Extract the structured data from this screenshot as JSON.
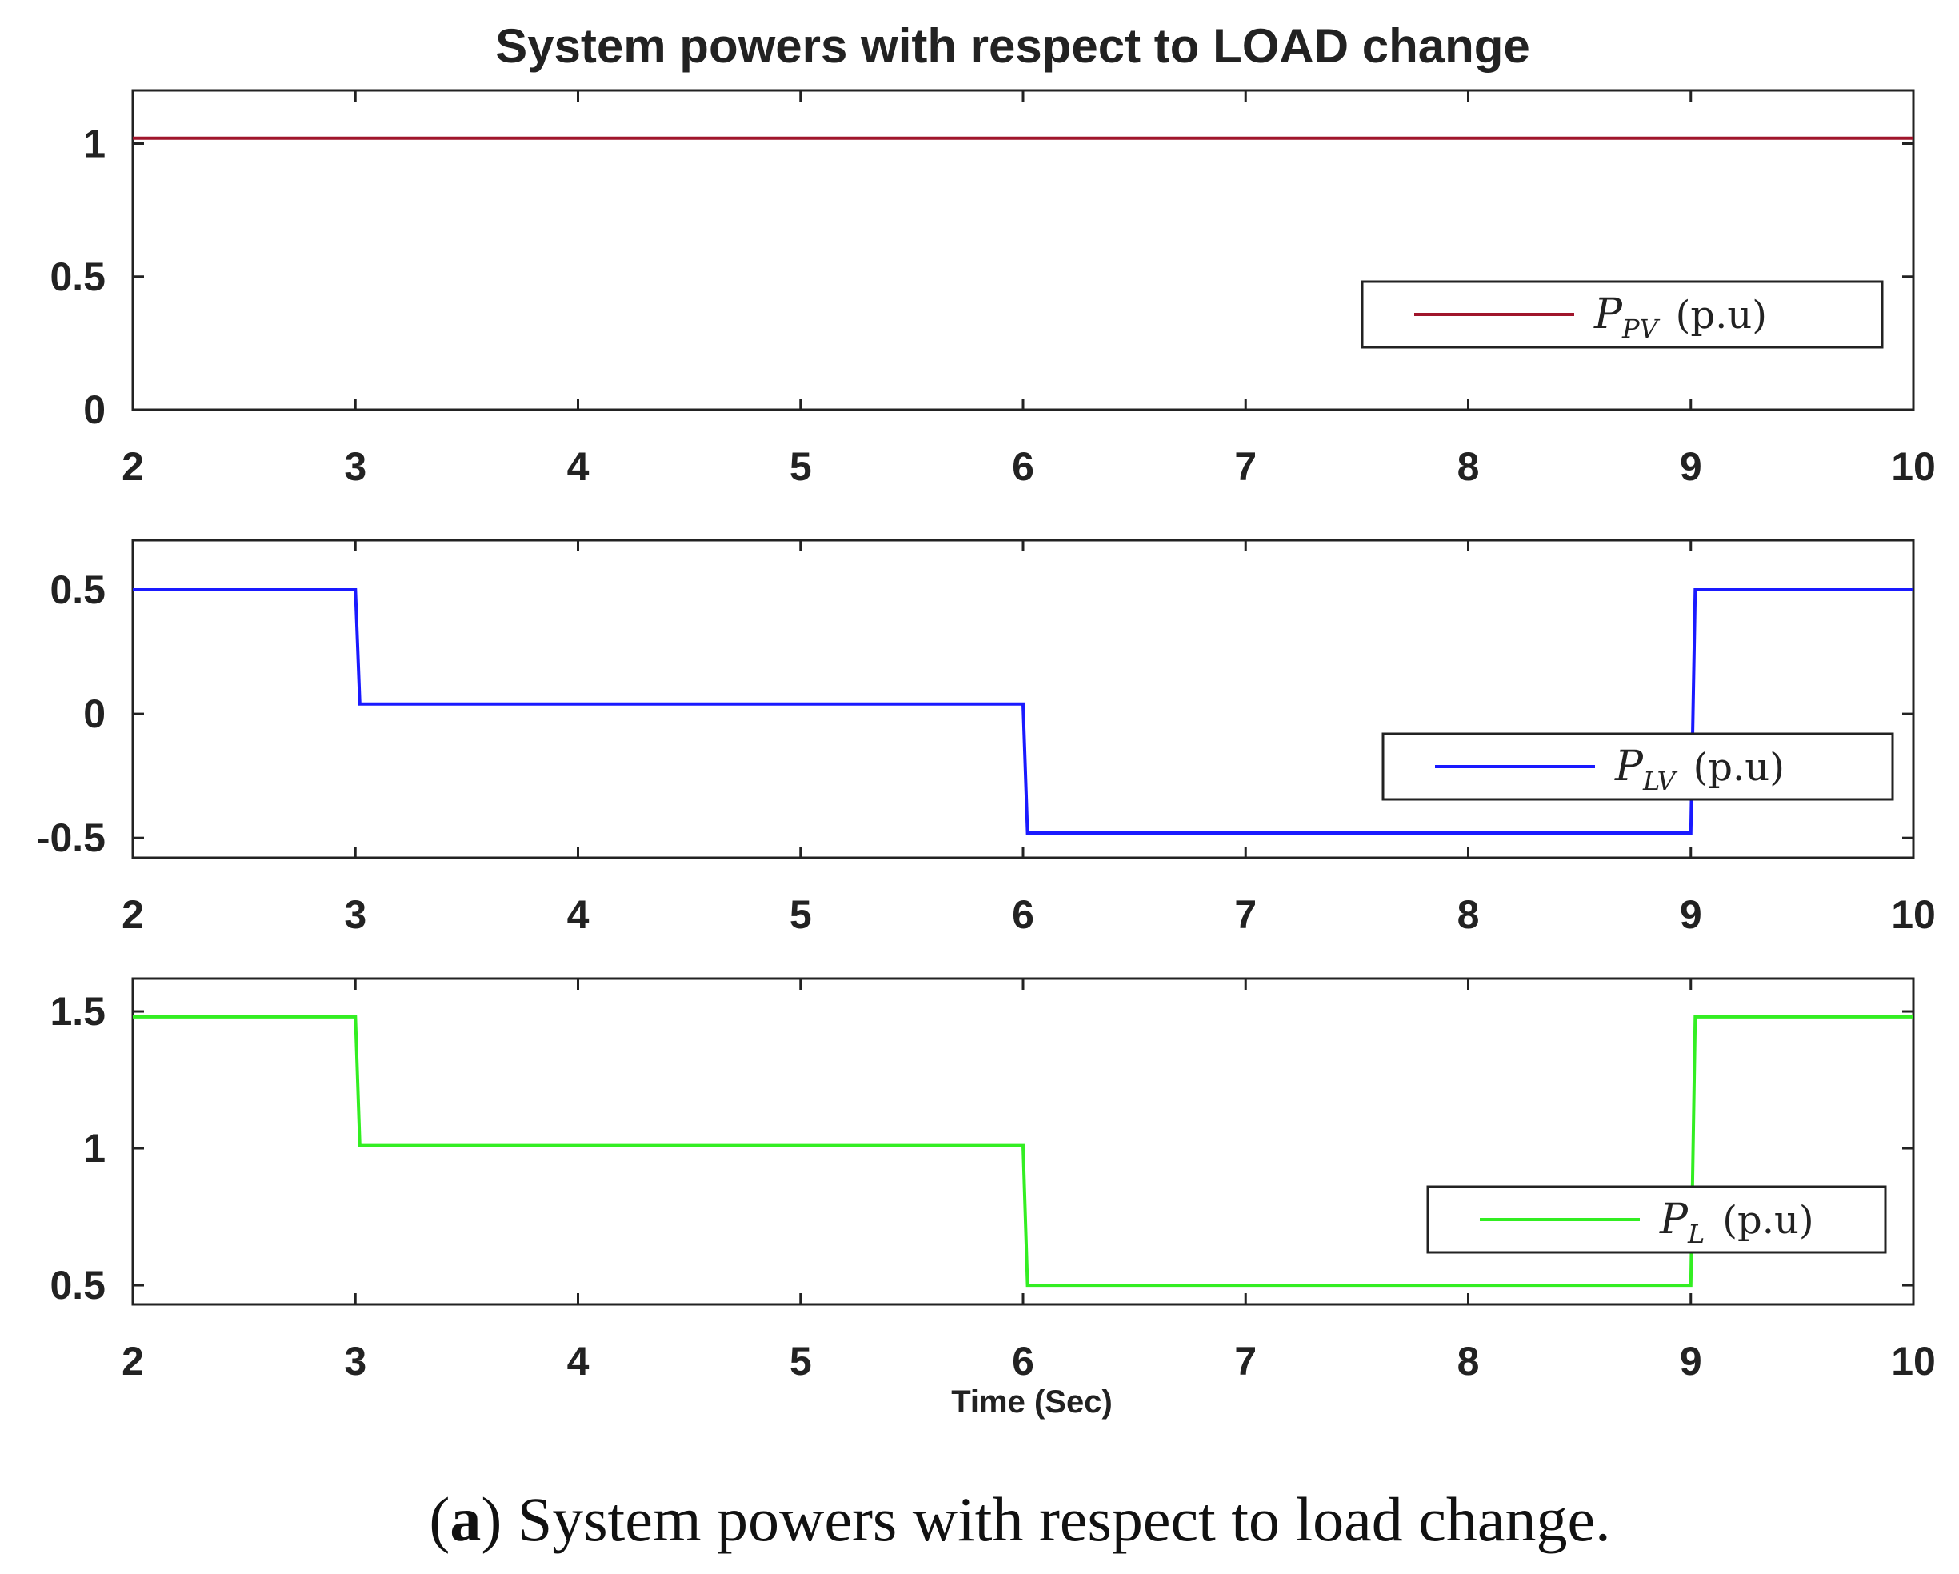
{
  "figure": {
    "title": "System powers with respect to LOAD change",
    "xlabel": "Time (Sec)",
    "caption": {
      "open": "(",
      "label": "a",
      "close": ")",
      "text": " System powers with respect to load change."
    }
  },
  "chart_data": [
    {
      "type": "line",
      "title": "System powers with respect to LOAD change",
      "xlabel": "",
      "ylabel": "",
      "xlim": [
        2,
        10
      ],
      "ylim": [
        0,
        1.2
      ],
      "xticks": [
        2,
        3,
        4,
        5,
        6,
        7,
        8,
        9,
        10
      ],
      "yticks": [
        0,
        0.5,
        1
      ],
      "ytick_labels": [
        "0",
        "0.5",
        "1"
      ],
      "grid": false,
      "legend_position": "right",
      "series": [
        {
          "name": "P_PV (p.u)",
          "legend": {
            "symbol": "P",
            "subscript": "PV",
            "unit": "(p.u)"
          },
          "color": "#a0152b",
          "x": [
            2,
            10
          ],
          "y": [
            1.02,
            1.02
          ]
        }
      ]
    },
    {
      "type": "line",
      "xlabel": "",
      "ylabel": "",
      "xlim": [
        2,
        10
      ],
      "ylim": [
        -0.58,
        0.7
      ],
      "xticks": [
        2,
        3,
        4,
        5,
        6,
        7,
        8,
        9,
        10
      ],
      "yticks": [
        -0.5,
        0,
        0.5
      ],
      "ytick_labels": [
        "-0.5",
        "0",
        "0.5"
      ],
      "grid": false,
      "legend_position": "lower-right",
      "series": [
        {
          "name": "P_LV (p.u)",
          "legend": {
            "symbol": "P",
            "subscript": "LV",
            "unit": "(p.u)"
          },
          "color": "#1a1aff",
          "x": [
            2,
            3,
            3.02,
            6,
            6.02,
            9,
            9.02,
            10
          ],
          "y": [
            0.5,
            0.5,
            0.04,
            0.04,
            -0.48,
            -0.48,
            0.5,
            0.5
          ]
        }
      ]
    },
    {
      "type": "line",
      "xlabel": "Time (Sec)",
      "ylabel": "",
      "xlim": [
        2,
        10
      ],
      "ylim": [
        0.43,
        1.62
      ],
      "xticks": [
        2,
        3,
        4,
        5,
        6,
        7,
        8,
        9,
        10
      ],
      "yticks": [
        0.5,
        1,
        1.5
      ],
      "ytick_labels": [
        "0.5",
        "1",
        "1.5"
      ],
      "grid": false,
      "legend_position": "lower-right",
      "series": [
        {
          "name": "P_L (p.u)",
          "legend": {
            "symbol": "P",
            "subscript": "L",
            "unit": "(p.u)"
          },
          "color": "#33ee22",
          "x": [
            2,
            3,
            3.02,
            6,
            6.02,
            9,
            9.02,
            10
          ],
          "y": [
            1.48,
            1.48,
            1.01,
            1.01,
            0.5,
            0.5,
            1.48,
            1.48
          ]
        }
      ]
    }
  ]
}
